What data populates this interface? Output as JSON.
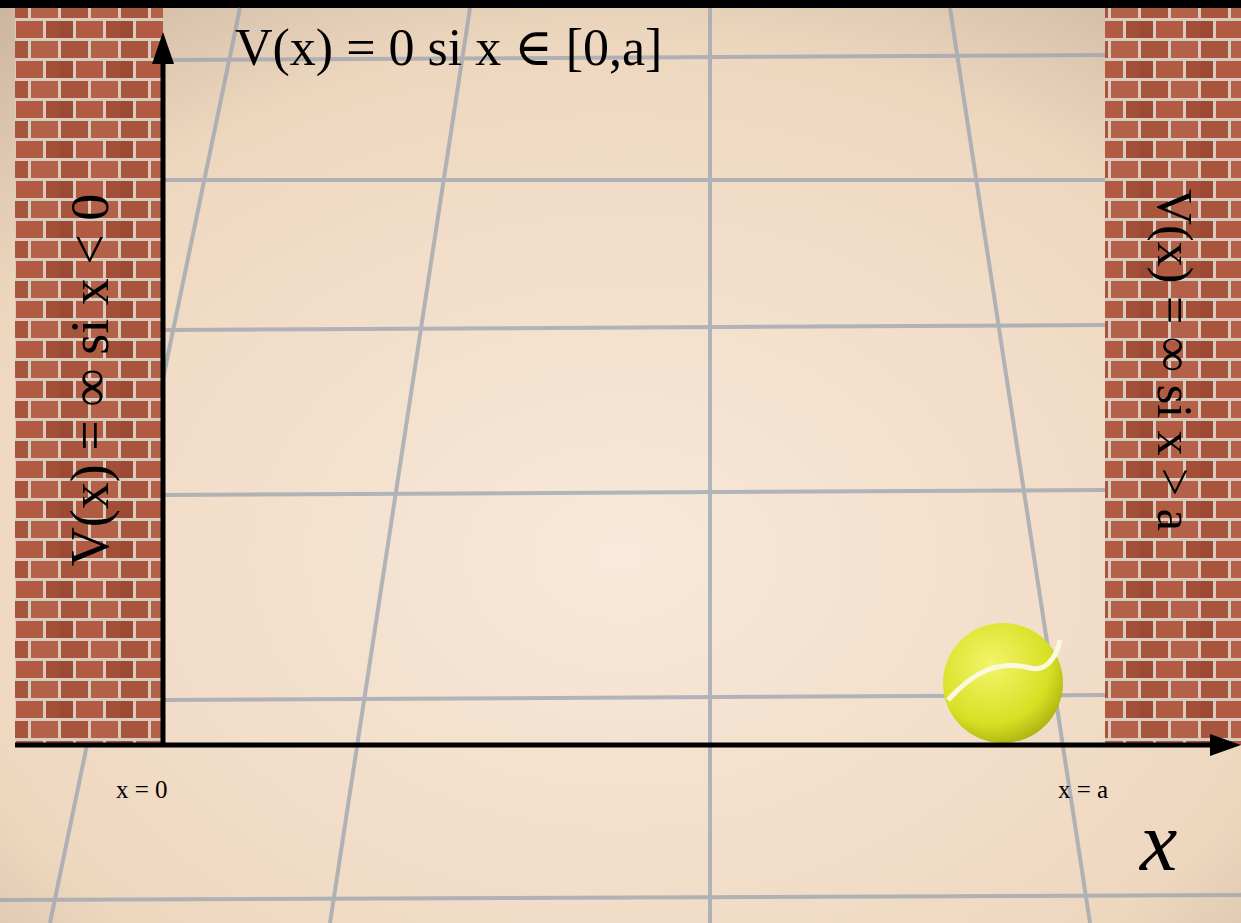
{
  "diagram": {
    "labels": [
      "V(x) = 0 si x ∈ [0,a]",
      "V(x) = ∞ si x < 0",
      "V(x) = ∞ si x > a",
      "x = 0",
      "x = a",
      "x"
    ]
  }
}
